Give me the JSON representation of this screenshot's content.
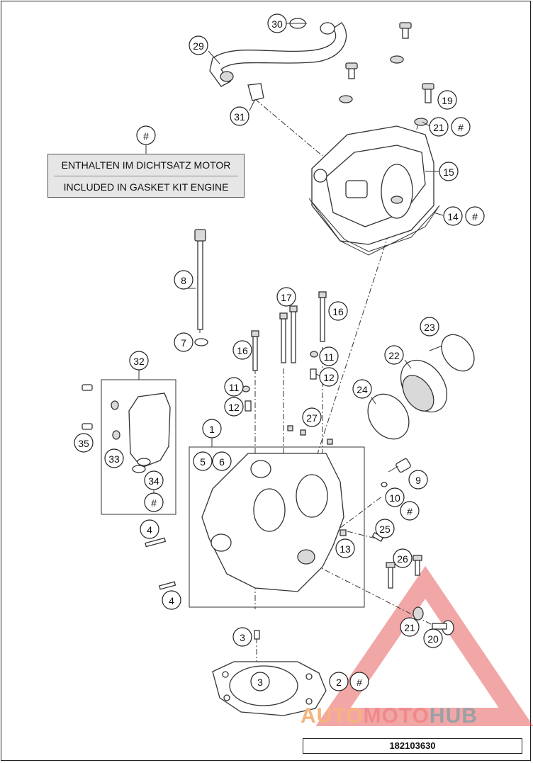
{
  "gasket_note": {
    "symbol": "#",
    "line_de": "ENTHALTEN IM DICHTSATZ MOTOR",
    "line_en": "INCLUDED IN GASKET KIT ENGINE"
  },
  "part_number": "182103630",
  "watermark": {
    "part1": "AUTO",
    "part2": "MOTO",
    "part3": "HUB"
  },
  "callouts": [
    {
      "id": "c30",
      "label": "30"
    },
    {
      "id": "c29",
      "label": "29"
    },
    {
      "id": "c31",
      "label": "31"
    },
    {
      "id": "c19",
      "label": "19"
    },
    {
      "id": "c21a",
      "label": "21"
    },
    {
      "id": "c21a-hash",
      "label": "#"
    },
    {
      "id": "c15",
      "label": "15"
    },
    {
      "id": "c14",
      "label": "14"
    },
    {
      "id": "c14-hash",
      "label": "#"
    },
    {
      "id": "c-hash-note",
      "label": "#"
    },
    {
      "id": "c8",
      "label": "8"
    },
    {
      "id": "c7",
      "label": "7"
    },
    {
      "id": "c17",
      "label": "17"
    },
    {
      "id": "c16a",
      "label": "16"
    },
    {
      "id": "c16b",
      "label": "16"
    },
    {
      "id": "c11a",
      "label": "11"
    },
    {
      "id": "c12a",
      "label": "12"
    },
    {
      "id": "c11b",
      "label": "11"
    },
    {
      "id": "c12b",
      "label": "12"
    },
    {
      "id": "c23",
      "label": "23"
    },
    {
      "id": "c22",
      "label": "22"
    },
    {
      "id": "c24",
      "label": "24"
    },
    {
      "id": "c32",
      "label": "32"
    },
    {
      "id": "c35",
      "label": "35"
    },
    {
      "id": "c33",
      "label": "33"
    },
    {
      "id": "c34",
      "label": "34"
    },
    {
      "id": "c34-hash",
      "label": "#"
    },
    {
      "id": "c27",
      "label": "27"
    },
    {
      "id": "c1",
      "label": "1"
    },
    {
      "id": "c5",
      "label": "5"
    },
    {
      "id": "c6",
      "label": "6"
    },
    {
      "id": "c9",
      "label": "9"
    },
    {
      "id": "c10",
      "label": "10"
    },
    {
      "id": "c10-hash",
      "label": "#"
    },
    {
      "id": "c25",
      "label": "25"
    },
    {
      "id": "c13",
      "label": "13"
    },
    {
      "id": "c4a",
      "label": "4"
    },
    {
      "id": "c4b",
      "label": "4"
    },
    {
      "id": "c26",
      "label": "26"
    },
    {
      "id": "c21b",
      "label": "21"
    },
    {
      "id": "c20",
      "label": "20"
    },
    {
      "id": "c3a",
      "label": "3"
    },
    {
      "id": "c3b",
      "label": "3"
    },
    {
      "id": "c2",
      "label": "2"
    },
    {
      "id": "c2-hash",
      "label": "#"
    }
  ]
}
